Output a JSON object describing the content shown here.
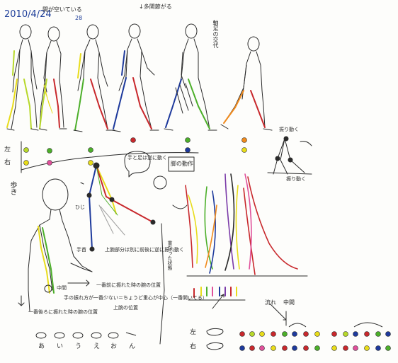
{
  "header": {
    "date": "2010/4/24",
    "time": "28",
    "note_top": "間が空いている",
    "note_top_right": "↓多関節がる",
    "note_right_vertical": "軸足の交代"
  },
  "rows": {
    "left": "左",
    "right": "右"
  },
  "labels": {
    "walk": "歩き",
    "hand_foot_bubble": "手と足は逆に動く",
    "leg_motion": "脚の動作",
    "elbow": "ひじ",
    "wrist": "手首",
    "upper_arm_note": "上腕部分は別に前後に逆に振れ動く",
    "shoulder_swing": "振り動く",
    "arm_swing_note": "振り動く",
    "middle": "中間",
    "swing_small": "手の振れ方が一番少ない＝ちょうど重心が中心（一番開いてる）",
    "arm_front_note": "一番前に振れた時の腕の位置",
    "arm_back_note": "一番後ろに振れた時の腕の位置",
    "upper_body_leg": "上腕の位置",
    "overlap_note": "重なった状態",
    "left_bottom": "左",
    "right_bottom": "右",
    "flow": "流れ",
    "middle2": "中間",
    "kana": [
      "あ",
      "い",
      "う",
      "え",
      "お",
      "ん"
    ]
  },
  "colors": {
    "ink": "#2a2a2a",
    "yellow": "#e8dc1a",
    "green": "#4caf2a",
    "red": "#c8282c",
    "blue": "#1e3a9c",
    "pink": "#e0509a",
    "orange": "#f08a1c",
    "purple": "#7a3aa8",
    "lime": "#b7d82a"
  }
}
